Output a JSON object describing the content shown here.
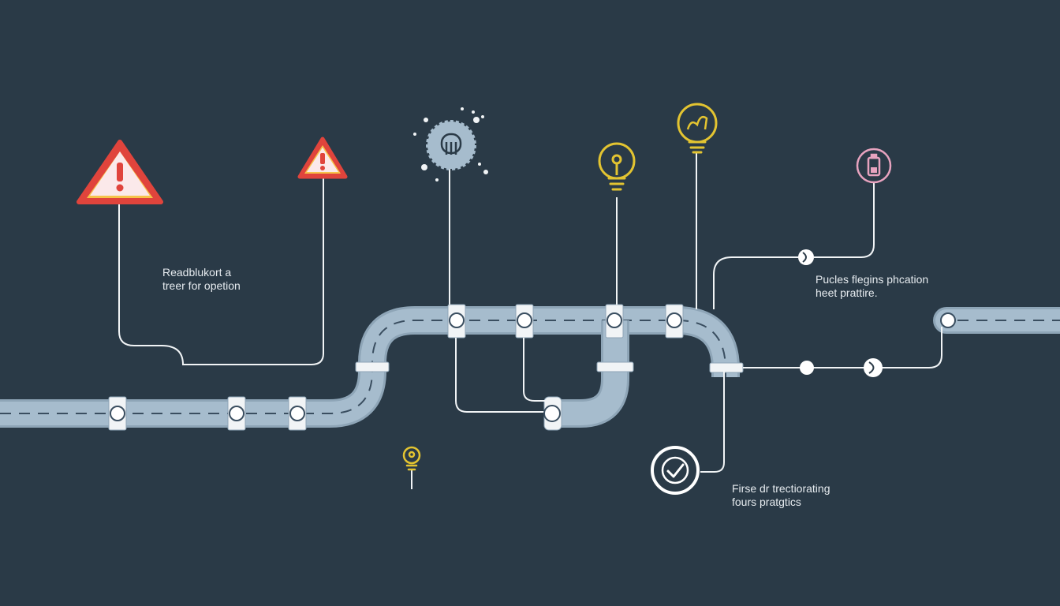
{
  "colors": {
    "background": "#2a3a47",
    "pipe": "#a6bccd",
    "pipe_edge": "#8ea5b7",
    "pipe_dash": "#3a4e60",
    "connector": "#ffffff",
    "warning_fill": "#f6c34a",
    "warning_red": "#e0443c",
    "bulb_yellow": "#e3c431",
    "gear": "#a6bccd",
    "pink_accent": "#e7a3bf"
  },
  "labels": {
    "roadblock_line1": "Readblukort a",
    "roadblock_line2": "treer for opetion",
    "right_top_line1": "Pucles flegins phcation",
    "right_top_line2": "heet prattire.",
    "bottom_right_line1": "Firse dr trectiorating",
    "bottom_right_line2": "fours pratgtics"
  },
  "icons": {
    "warning_left": "warning-triangle-icon",
    "warning_right": "warning-triangle-icon",
    "gear": "gear-icon",
    "bulb_mid": "lightbulb-icon",
    "bulb_top": "lightbulb-icon",
    "battery": "battery-icon",
    "bulb_small": "lightbulb-icon",
    "check": "check-circle-icon"
  }
}
